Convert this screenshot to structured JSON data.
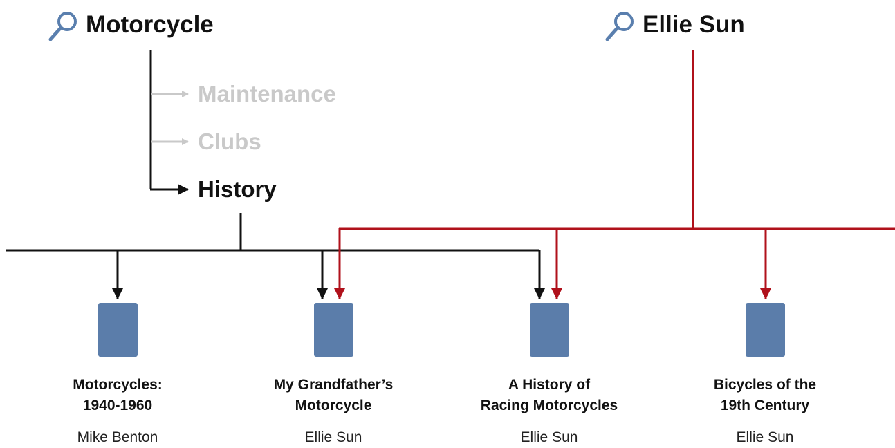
{
  "searches": [
    {
      "query": "Motorcycle",
      "icon": "magnifier-icon"
    },
    {
      "query": "Ellie Sun",
      "icon": "magnifier-icon"
    }
  ],
  "facets": [
    {
      "label": "Maintenance",
      "state": "inactive"
    },
    {
      "label": "Clubs",
      "state": "inactive"
    },
    {
      "label": "History",
      "state": "active"
    }
  ],
  "documents": [
    {
      "title_line1": "Motorcycles:",
      "title_line2": "1940-1960",
      "author": "Mike Benton"
    },
    {
      "title_line1": "My Grandfather’s",
      "title_line2": "Motorcycle",
      "author": "Ellie Sun"
    },
    {
      "title_line1": "A History of",
      "title_line2": "Racing Motorcycles",
      "author": "Ellie Sun"
    },
    {
      "title_line1": "Bicycles of the",
      "title_line2": "19th Century",
      "author": "Ellie Sun"
    }
  ],
  "colors": {
    "topic_path": "#111111",
    "author_path": "#b0111b",
    "inactive_facet": "#c9c9c9",
    "document": "#5b7daa",
    "icon": "#5a7fae"
  }
}
